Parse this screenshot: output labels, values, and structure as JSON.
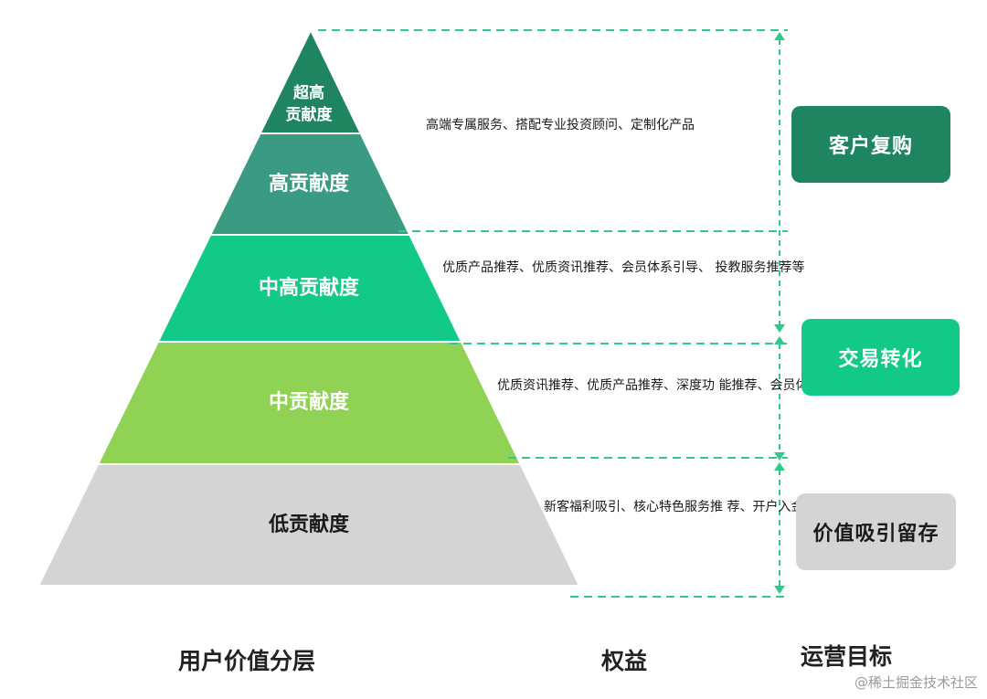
{
  "layers": [
    {
      "label": "超高\n贡献度",
      "color": "#1e8560",
      "text_color": "#ffffff"
    },
    {
      "label": "高贡献度",
      "color": "#3a9b82",
      "text_color": "#ffffff"
    },
    {
      "label": "中高贡献度",
      "color": "#13c987",
      "text_color": "#ffffff"
    },
    {
      "label": "中贡献度",
      "color": "#90d253",
      "text_color": "#ffffff"
    },
    {
      "label": "低贡献度",
      "color": "#d4d4d4",
      "text_color": "#1a1a1a"
    }
  ],
  "benefits": [
    "高端专属服务、搭配专业投资顾问、定制化产品",
    "优质产品推荐、优质资讯推荐、会员体系引导、\n投教服务推荐等",
    "优质资讯推荐、优质产品推荐、深度功\n能推荐、会员体验、新客福利等",
    "新客福利吸引、核心特色服务推\n荐、开户入金断点召回等"
  ],
  "goals": [
    {
      "label": "客户复购",
      "color": "#1e8560",
      "text_color": "#ffffff"
    },
    {
      "label": "交易转化",
      "color": "#13c987",
      "text_color": "#ffffff"
    },
    {
      "label": "价值吸引留存",
      "color": "#d4d4d4",
      "text_color": "#1a1a1a"
    }
  ],
  "columns": {
    "layers_title": "用户价值分层",
    "benefits_title": "权益",
    "goals_title": "运营目标"
  },
  "guide_color": "#2fc98a",
  "watermark": "@稀土掘金技术社区"
}
